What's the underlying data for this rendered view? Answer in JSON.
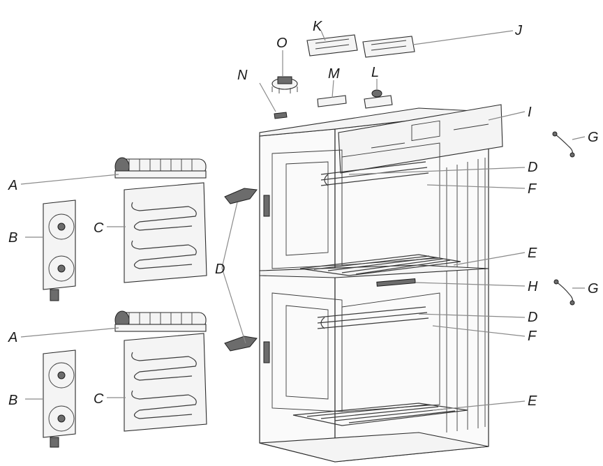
{
  "labels": {
    "A1": "A",
    "A2": "A",
    "B1": "B",
    "B2": "B",
    "C1": "C",
    "C2": "C",
    "D1": "D",
    "D2": "D",
    "D3": "D",
    "E1": "E",
    "E2": "E",
    "F1": "F",
    "F2": "F",
    "G1": "G",
    "G2": "G",
    "H": "H",
    "I": "I",
    "J": "J",
    "K": "K",
    "L": "L",
    "M": "M",
    "N": "N",
    "O": "O"
  },
  "colors": {
    "line": "#2b2b2b",
    "leader": "#8a8a8a",
    "background": "#ffffff"
  }
}
